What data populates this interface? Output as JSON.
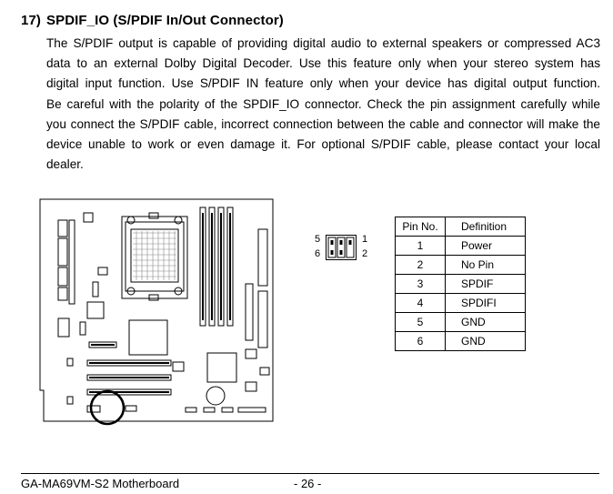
{
  "section": {
    "number": "17)",
    "title": "SPDIF_IO (S/PDIF In/Out Connector)"
  },
  "paragraph_lines": [
    "The S/PDIF output is capable of providing digital audio to external speakers or compressed AC3",
    "data to an external Dolby Digital Decoder. Use this feature only when your stereo system has",
    "digital input function. Use S/PDIF IN  feature only when your device has digital output function.",
    "Be careful with the polarity of the SPDIF_IO connector. Check the pin assignment carefully while",
    "you connect the S/PDIF cable, incorrect connection between the cable and connector will make the",
    "device unable to work or even damage it. For optional S/PDIF cable, please contact your local",
    "dealer."
  ],
  "connector_labels": {
    "left_top": "5",
    "left_bottom": "6",
    "right_top": "1",
    "right_bottom": "2"
  },
  "pin_table": {
    "headers": [
      "Pin No.",
      "Definition"
    ],
    "rows": [
      [
        "1",
        "Power"
      ],
      [
        "2",
        "No Pin"
      ],
      [
        "3",
        "SPDIF"
      ],
      [
        "4",
        "SPDIFI"
      ],
      [
        "5",
        "GND"
      ],
      [
        "6",
        "GND"
      ]
    ]
  },
  "footer": {
    "model": "GA-MA69VM-S2 Motherboard",
    "page": "- 26 -"
  }
}
